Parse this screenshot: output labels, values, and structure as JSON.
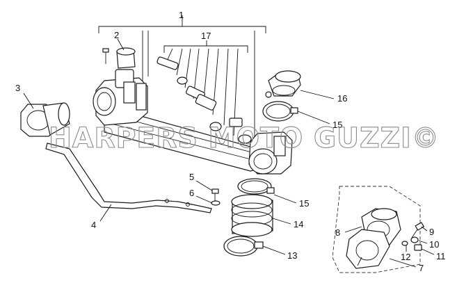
{
  "watermark": "HARPERS MOTO GUZZI©",
  "callouts": [
    {
      "id": "1",
      "label": "1"
    },
    {
      "id": "2",
      "label": "2"
    },
    {
      "id": "3",
      "label": "3"
    },
    {
      "id": "4",
      "label": "4"
    },
    {
      "id": "5",
      "label": "5"
    },
    {
      "id": "6",
      "label": "6"
    },
    {
      "id": "7",
      "label": "7"
    },
    {
      "id": "8",
      "label": "8"
    },
    {
      "id": "9",
      "label": "9"
    },
    {
      "id": "10",
      "label": "10"
    },
    {
      "id": "11",
      "label": "11"
    },
    {
      "id": "12",
      "label": "12"
    },
    {
      "id": "13",
      "label": "13"
    },
    {
      "id": "14",
      "label": "14"
    },
    {
      "id": "15a",
      "label": "15"
    },
    {
      "id": "15b",
      "label": "15"
    },
    {
      "id": "16",
      "label": "16"
    },
    {
      "id": "17",
      "label": "17"
    }
  ]
}
